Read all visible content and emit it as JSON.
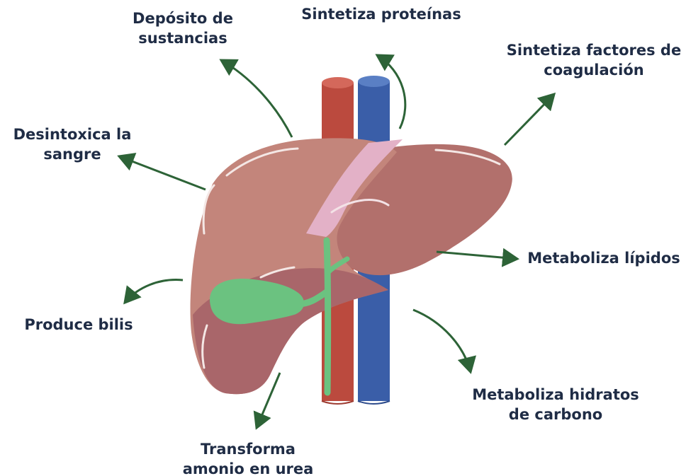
{
  "colors": {
    "arrow": "#2d6337",
    "label_text": "#1f2c45",
    "liver_left": "#c3857b",
    "liver_right": "#b2706c",
    "liver_lower": "#a9666a",
    "artery": "#bb4a3e",
    "vein": "#3a5ea8",
    "gallbladder": "#6bc280",
    "ligament": "#e3b1c7"
  },
  "labels": {
    "deposito": [
      "Depósito de",
      "sustancias"
    ],
    "proteinas": [
      "Sintetiza proteínas"
    ],
    "coagulacion": [
      "Sintetiza factores de",
      "coagulación"
    ],
    "desintoxica": [
      "Desintoxica la",
      "sangre"
    ],
    "lipidos": [
      "Metaboliza lípidos"
    ],
    "bilis": [
      "Produce bilis"
    ],
    "hidratos": [
      "Metaboliza hidratos",
      "de carbono"
    ],
    "urea": [
      "Transforma",
      "amonio en urea"
    ]
  }
}
